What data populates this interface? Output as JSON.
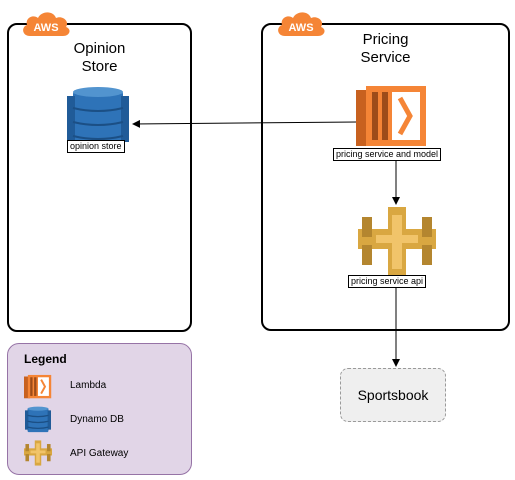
{
  "colors": {
    "aws_orange": "#f58536",
    "lambda_orange": "#f58536",
    "dynamo_blue": "#2e73b8",
    "gateway_gold": "#d9a741",
    "legend_fill": "#e1d5e7",
    "legend_border": "#9673a6",
    "sportsbook_fill": "#efefef"
  },
  "opinion_store": {
    "cloud_badge": "AWS",
    "title": "Opinion\nStore",
    "node_label": "opinion store",
    "node_icon": "dynamodb-icon"
  },
  "pricing_service": {
    "cloud_badge": "AWS",
    "title": "Pricing\nService",
    "model_label": "pricing service and model",
    "model_icon": "lambda-icon",
    "api_label": "pricing service api",
    "api_icon": "api-gateway-icon"
  },
  "sportsbook": {
    "label": "Sportsbook"
  },
  "legend": {
    "title": "Legend",
    "items": [
      {
        "label": "Lambda",
        "icon": "lambda-icon"
      },
      {
        "label": "Dynamo DB",
        "icon": "dynamodb-icon"
      },
      {
        "label": "API Gateway",
        "icon": "api-gateway-icon"
      }
    ]
  }
}
